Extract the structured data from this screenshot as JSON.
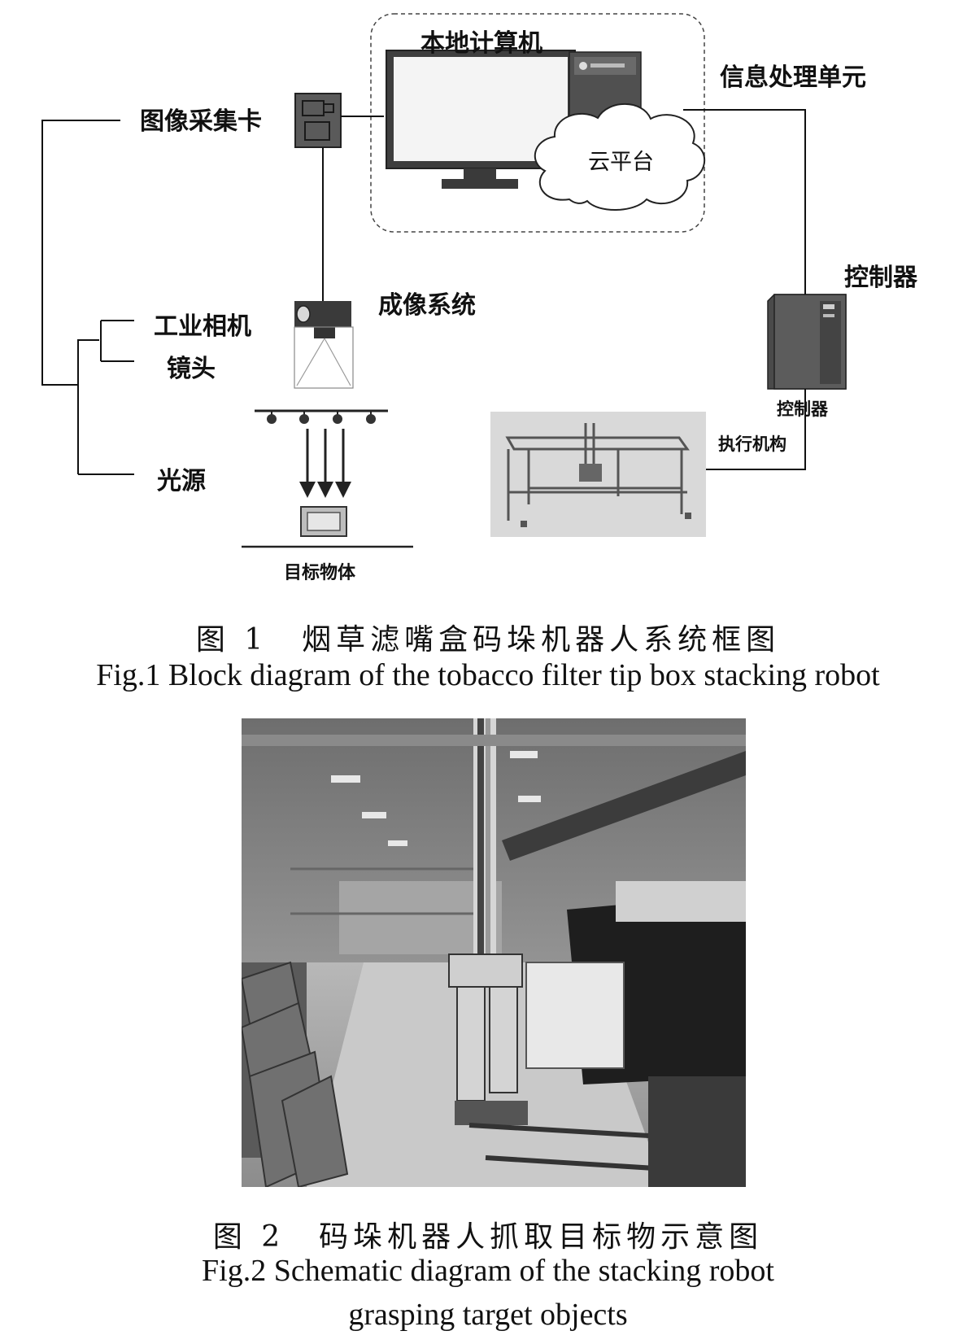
{
  "figure1": {
    "labels": {
      "local_computer": "本地计算机",
      "info_unit": "信息处理单元",
      "capture_card": "图像采集卡",
      "cloud": "云平台",
      "controller_top": "控制器",
      "controller_bottom": "控制器",
      "imaging_system": "成像系统",
      "industrial_camera": "工业相机",
      "lens": "镜头",
      "light_source": "光源",
      "actuator": "执行机构",
      "target_object": "目标物体"
    },
    "caption_cn": "图 1　烟草滤嘴盒码垛机器人系统框图",
    "caption_en": "Fig.1 Block diagram of the tobacco filter tip box stacking robot"
  },
  "figure2": {
    "caption_cn": "图 2　码垛机器人抓取目标物示意图",
    "caption_en_line1": "Fig.2 Schematic diagram of the stacking robot",
    "caption_en_line2": "grasping target objects"
  }
}
